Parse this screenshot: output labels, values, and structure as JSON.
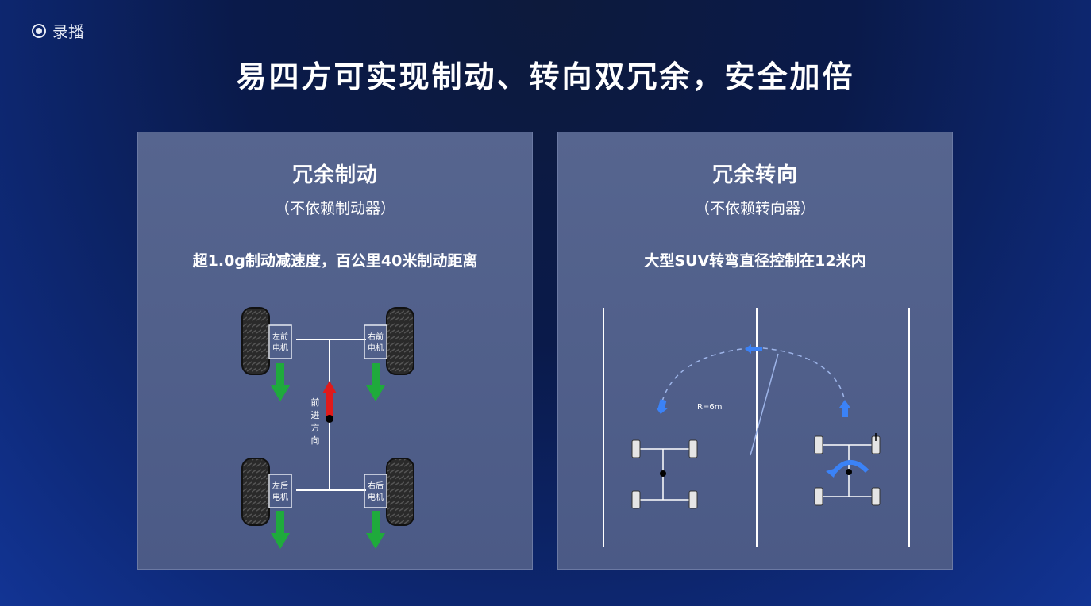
{
  "header": {
    "record_label": "录播",
    "title": "易四方可实现制动、转向双冗余，安全加倍"
  },
  "left_panel": {
    "title": "冗余制动",
    "subtitle": "（不依赖制动器）",
    "description": "超1.0g制动减速度，百公里40米制动距离",
    "motors": {
      "front_left": [
        "左前",
        "电机"
      ],
      "front_right": [
        "右前",
        "电机"
      ],
      "rear_left": [
        "左后",
        "电机"
      ],
      "rear_right": [
        "右后",
        "电机"
      ]
    },
    "direction_label": [
      "前",
      "进",
      "方",
      "向"
    ]
  },
  "right_panel": {
    "title": "冗余转向",
    "subtitle": "（不依赖转向器）",
    "description": "大型SUV转弯直径控制在12米内",
    "radius_label": "R=6m"
  },
  "colors": {
    "panel": "#4f5e8a",
    "brake_arrow": "#1faa3c",
    "forward_arrow": "#e01a1a",
    "turn_arrow": "#3b82f6"
  }
}
